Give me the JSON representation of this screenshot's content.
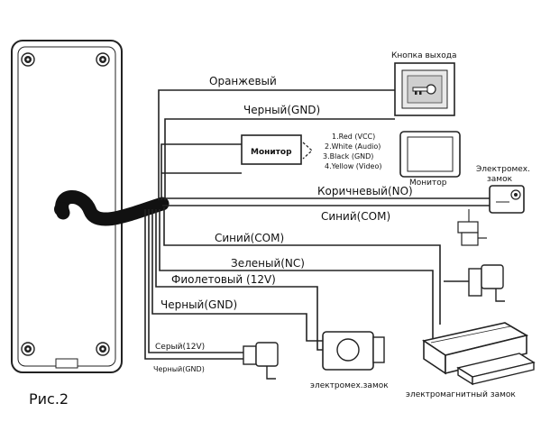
{
  "figure_label": "Рис.2",
  "devices": {
    "exit_button": "Кнопка выхода",
    "monitor_box": "Монитор",
    "monitor_caption": "Монитор",
    "monitor_pins": [
      "1.Red (VCC)",
      "2.White (Audio)",
      "3.Black (GND)",
      "4.Yellow (Video)"
    ],
    "electromech_lock_right_line1": "Электромех.",
    "electromech_lock_right_line2": "замок",
    "electromech_lock_bottom": "электромех.замок",
    "electromagnetic_lock": "электромагнитный замок"
  },
  "wires": {
    "orange": "Оранжевый",
    "black_gnd_top": "Черный(GND)",
    "brown_no": "Коричневый(NO)",
    "blue_com_1": "Синий(COM)",
    "blue_com_2": "Синий(COM)",
    "green_nc": "Зеленый(NC)",
    "violet_12v": "Фиолетовый (12V)",
    "black_gnd_bottom": "Черный(GND)",
    "gray_12v": "Серый(12V)",
    "black_gnd_power": "Черный(GND)"
  }
}
